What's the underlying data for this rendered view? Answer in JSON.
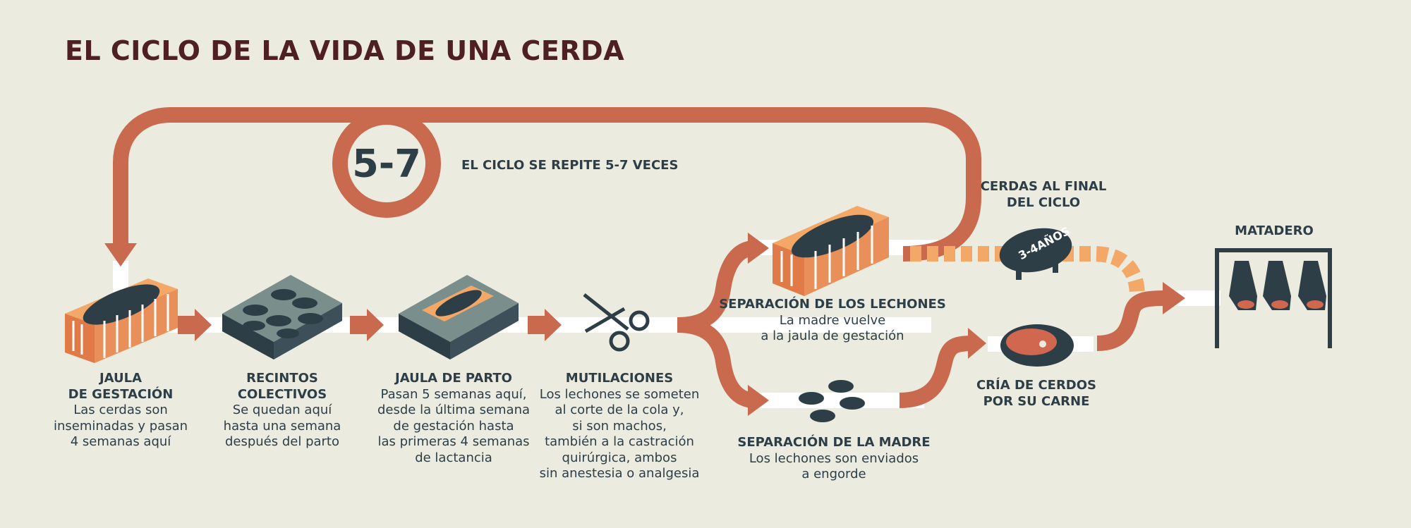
{
  "title": "EL CICLO DE LA VIDA DE UNA CERDA",
  "cycle": {
    "count": "5-7",
    "label": "EL CICLO SE REPITE 5-7 VECES"
  },
  "stages": {
    "gestation": {
      "title1": "JAULA",
      "title2": "DE GESTACIÓN",
      "lines": [
        "Las cerdas son",
        "inseminadas y pasan",
        "4 semanas aquí"
      ]
    },
    "collective": {
      "title1": "RECINTOS",
      "title2": "COLECTIVOS",
      "lines": [
        "Se quedan aquí",
        "hasta una semana",
        "después del parto"
      ]
    },
    "farrowing": {
      "title1": "JAULA DE PARTO",
      "lines": [
        "Pasan 5 semanas aquí,",
        "desde la última semana",
        "de gestación hasta",
        "las primeras 4 semanas",
        "de lactancia"
      ]
    },
    "mutilations": {
      "title1": "MUTILACIONES",
      "lines": [
        "Los lechones se someten",
        "al corte de la cola y,",
        "si son machos,",
        "también a la castración",
        "quirúrgica, ambos",
        "sin anestesia o analgesia"
      ]
    },
    "piglet_sep": {
      "title1": "SEPARACIÓN DE LOS LECHONES",
      "lines": [
        "La madre vuelve",
        "a la jaula de gestación"
      ]
    },
    "mother_sep": {
      "title1": "SEPARACIÓN DE LA MADRE",
      "lines": [
        "Los lechones son enviados",
        "a engorde"
      ]
    },
    "end_cycle": {
      "title1": "CERDAS AL FINAL",
      "title2": "DEL CICLO",
      "badge": "3-4AÑOS"
    },
    "meat": {
      "title1": "CRÍA DE CERDOS",
      "title2": "POR SU CARNE"
    },
    "slaughter": {
      "title1": "MATADERO"
    }
  },
  "colors": {
    "background": "#ecebdf",
    "arrow": "#c96a4f",
    "dark": "#2d3e47",
    "title": "#4e1f23",
    "dashed": "#f4a868",
    "crate": "#e07b48"
  },
  "icons": [
    "gestation-crate-icon",
    "collective-pen-icon",
    "farrowing-crate-icon",
    "scissors-icon",
    "sow-crate-icon",
    "piglets-icon",
    "sow-icon",
    "meat-icon",
    "slaughter-rack-icon"
  ]
}
